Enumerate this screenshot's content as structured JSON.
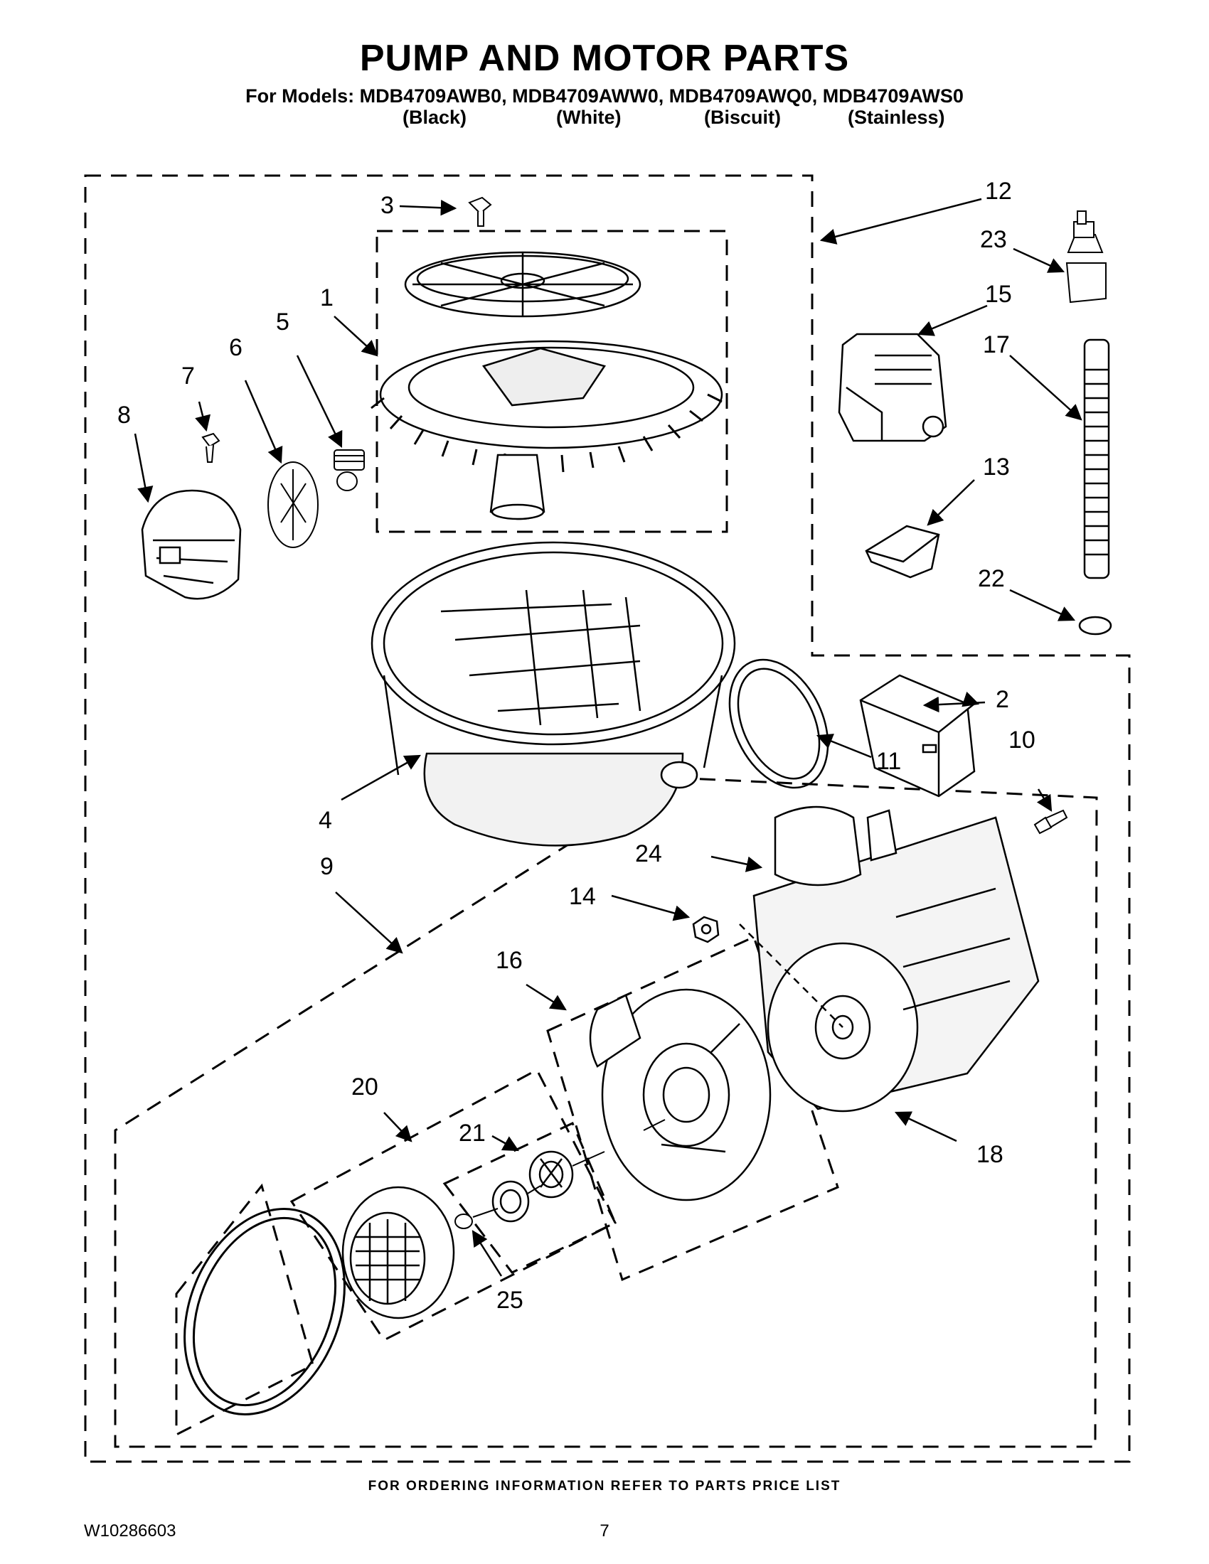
{
  "header": {
    "title": "PUMP AND MOTOR PARTS",
    "models_line": "For Models: MDB4709AWB0, MDB4709AWW0, MDB4709AWQ0, MDB4709AWS0",
    "colors": [
      "(Black)",
      "(White)",
      "(Biscuit)",
      "(Stainless)"
    ]
  },
  "callouts": {
    "c1": "1",
    "c2": "2",
    "c3": "3",
    "c4": "4",
    "c5": "5",
    "c6": "6",
    "c7": "7",
    "c8": "8",
    "c9": "9",
    "c10": "10",
    "c11": "11",
    "c12": "12",
    "c13": "13",
    "c14": "14",
    "c15": "15",
    "c16": "16",
    "c17": "17",
    "c18": "18",
    "c20": "20",
    "c21": "21",
    "c22": "22",
    "c23": "23",
    "c24": "24",
    "c25": "25"
  },
  "footer": {
    "note": "FOR ORDERING INFORMATION REFER TO PARTS PRICE LIST",
    "doc_number": "W10286603",
    "page_number": "7"
  }
}
